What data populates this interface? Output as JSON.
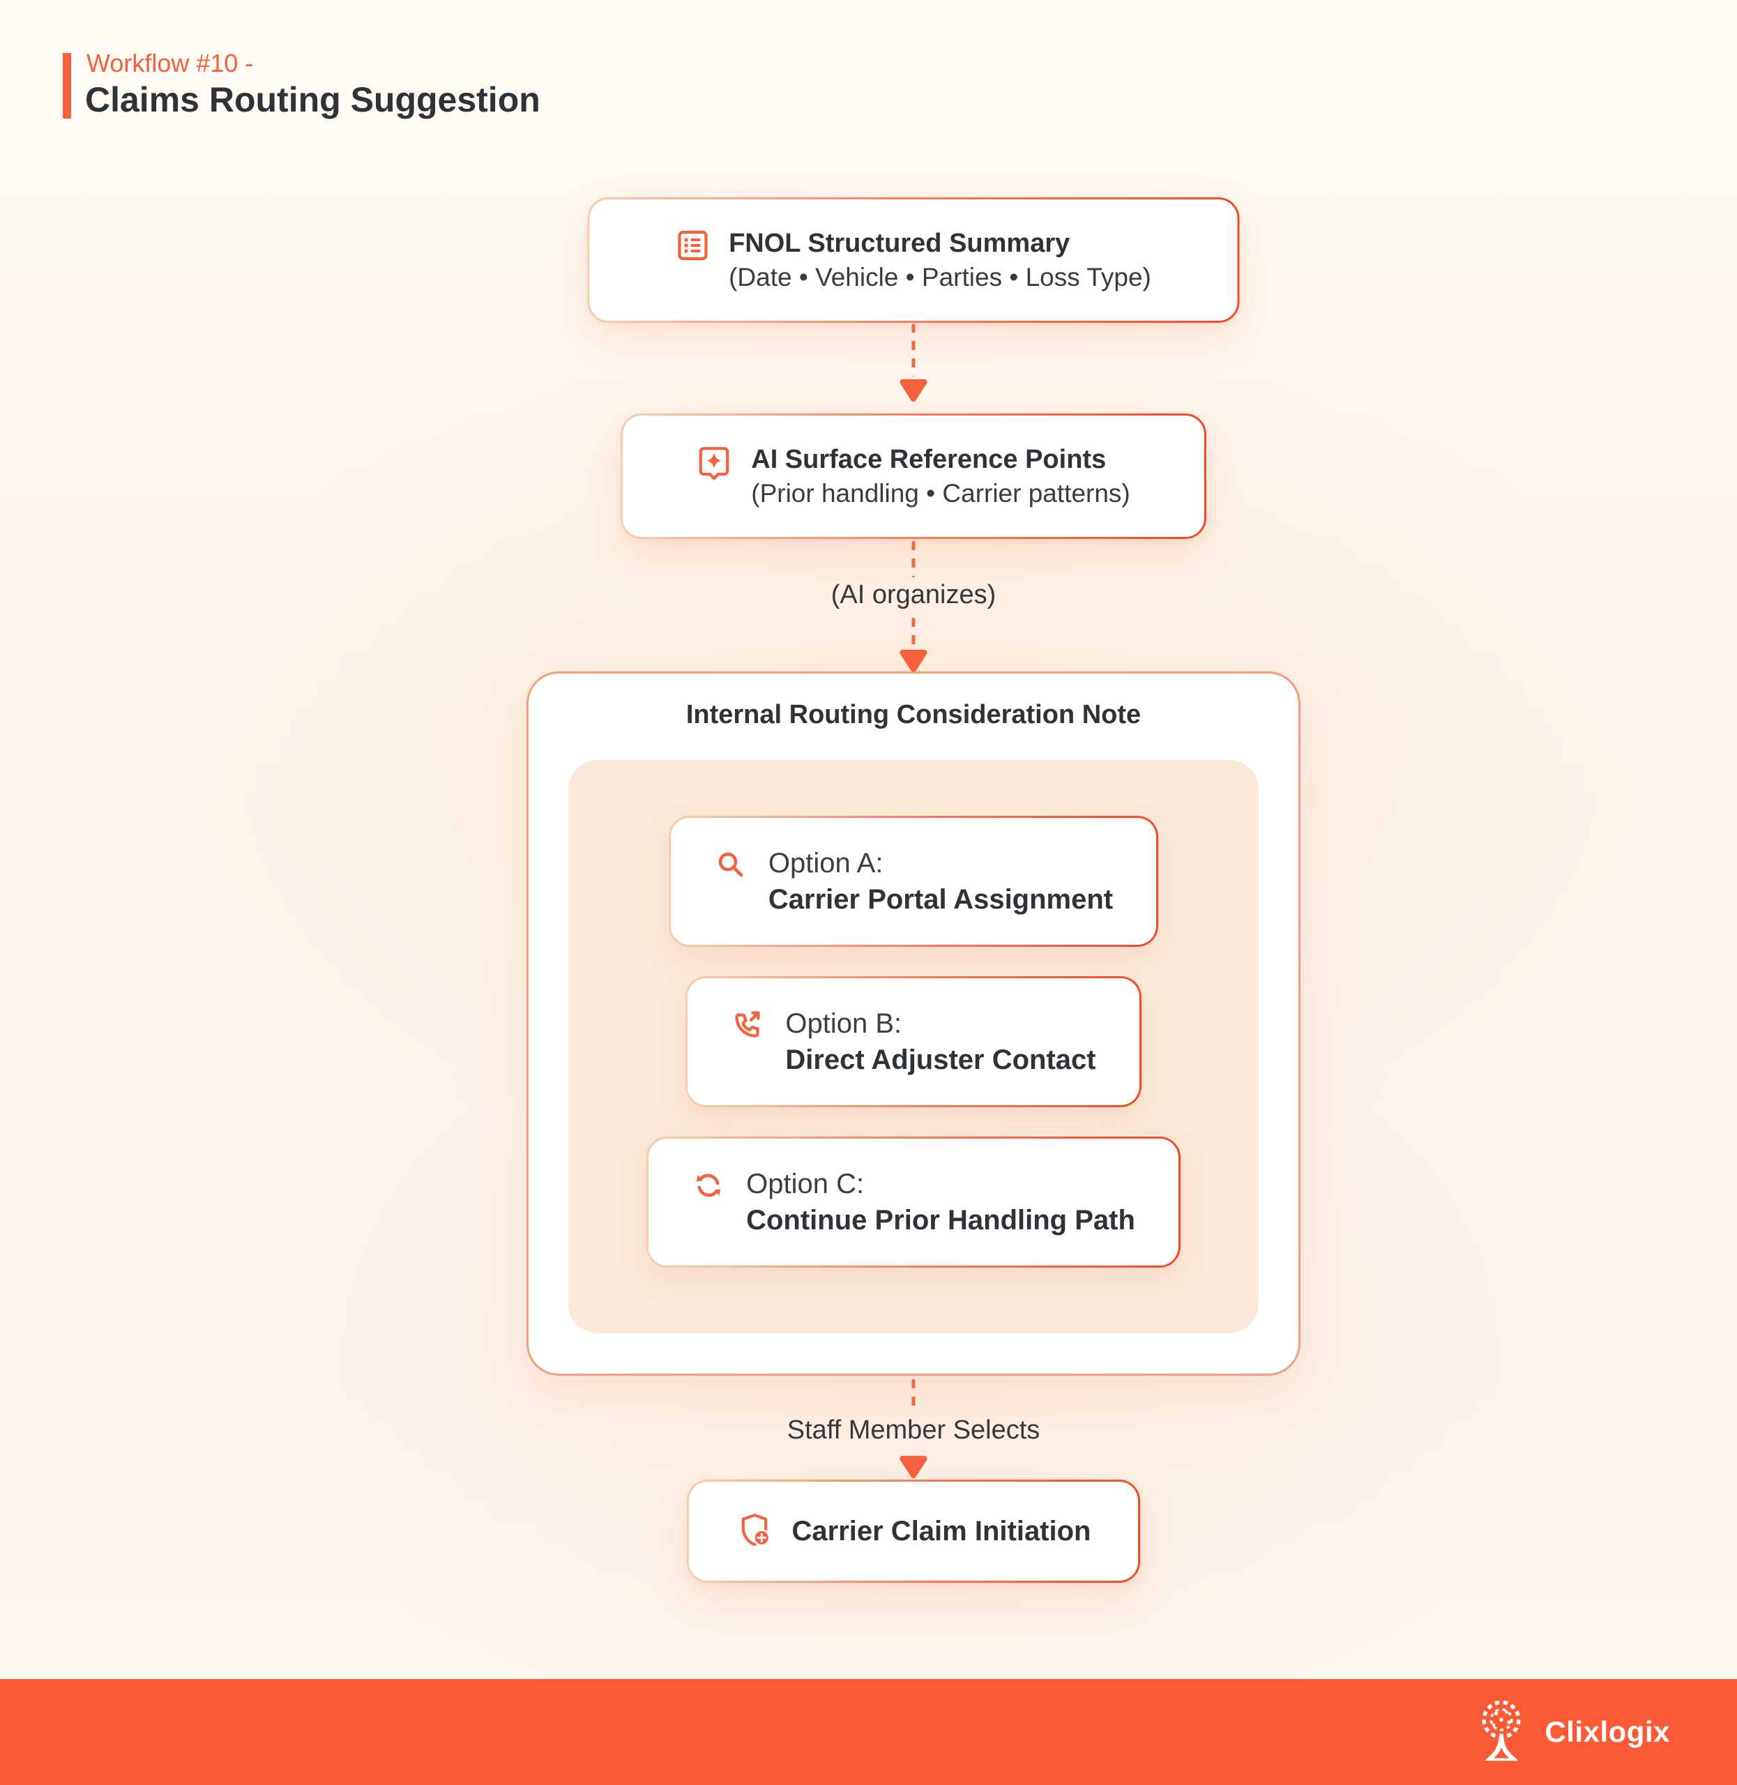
{
  "header": {
    "eyebrow": "Workflow #10 -",
    "title": "Claims Routing Suggestion"
  },
  "flow": {
    "node1": {
      "icon": "list-details-icon",
      "title": "FNOL Structured Summary",
      "subtitle": "(Date • Vehicle • Parties • Loss Type)"
    },
    "node2": {
      "icon": "ai-sparkle-badge-icon",
      "title": "AI Surface Reference Points",
      "subtitle": "(Prior handling • Carrier patterns)"
    },
    "connector2_label": "(AI organizes)",
    "container": {
      "title": "Internal Routing Consideration Note",
      "options": [
        {
          "icon": "search-icon",
          "label": "Option A:",
          "title": "Carrier Portal Assignment"
        },
        {
          "icon": "phone-outgoing-icon",
          "label": "Option B:",
          "title": "Direct Adjuster Contact"
        },
        {
          "icon": "refresh-icon",
          "label": "Option C:",
          "title": "Continue Prior Handling Path"
        }
      ]
    },
    "connector3_label": "Staff Member Selects",
    "final_node": {
      "icon": "shield-plus-icon",
      "title": "Carrier Claim Initiation"
    }
  },
  "footer": {
    "brand": "Clixlogix",
    "logo": "tree-logo-icon"
  },
  "colors": {
    "accent": "#F4613C",
    "border_gradient_start": "#F8CEAC",
    "border_gradient_end": "#F14A26",
    "container_border": "#F0A178",
    "inner_panel": "#F9E9D9",
    "dark_text": "#2E3338",
    "secondary_text": "#373C42",
    "background": "#FFFAF3",
    "footer_bar": "#FA5B36"
  }
}
